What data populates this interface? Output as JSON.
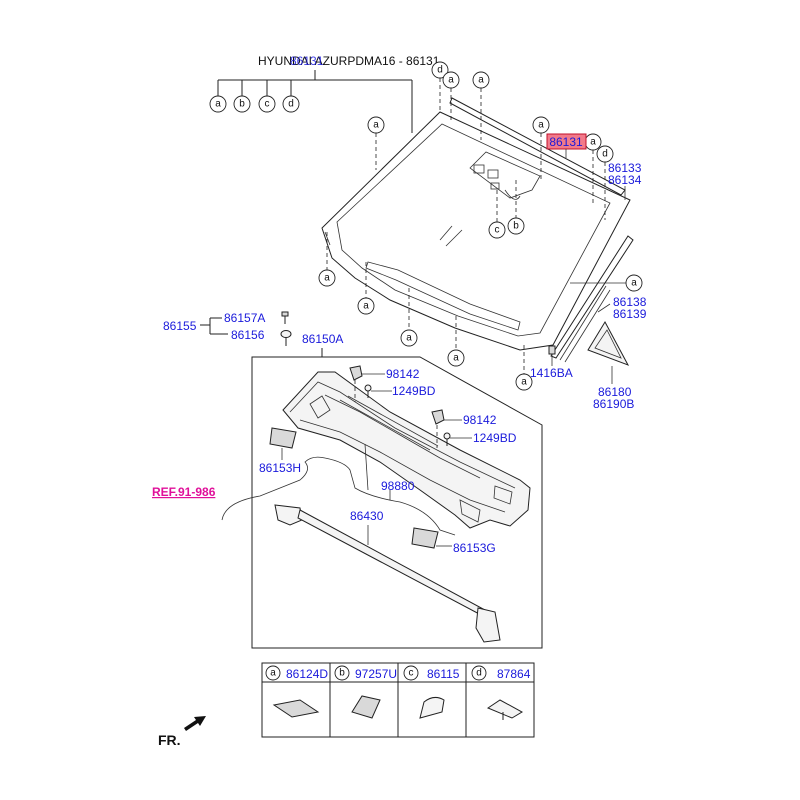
{
  "header": {
    "title": "HYUNDAI AZURPDMA16 - 86131",
    "overlay_code": "86131"
  },
  "callouts": {
    "a": "a",
    "b": "b",
    "c": "c",
    "d": "d"
  },
  "parts": {
    "p86131": "86131",
    "p86133": "86133",
    "p86134": "86134",
    "p86138": "86138",
    "p86139": "86139",
    "p1416BA": "1416BA",
    "p86180": "86180",
    "p86190B": "86190B",
    "p86155": "86155",
    "p86157A": "86157A",
    "p86156": "86156",
    "p86150A": "86150A",
    "p98142a": "98142",
    "p1249BDa": "1249BD",
    "p98142b": "98142",
    "p1249BDb": "1249BD",
    "p86153H": "86153H",
    "p98880": "98880",
    "p86430": "86430",
    "p86153G": "86153G"
  },
  "ref": "REF.91-986",
  "legend": [
    {
      "key": "a",
      "part": "86124D"
    },
    {
      "key": "b",
      "part": "97257U"
    },
    {
      "key": "c",
      "part": "86115"
    },
    {
      "key": "d",
      "part": "87864"
    }
  ],
  "front_label": "FR.",
  "colors": {
    "part_number": "#1a1adb",
    "ref_link": "#e0109a",
    "highlight_fill": "#f27a8a",
    "highlight_border": "#c0102a"
  },
  "icons": {
    "front-arrow": "front-arrow-icon"
  }
}
